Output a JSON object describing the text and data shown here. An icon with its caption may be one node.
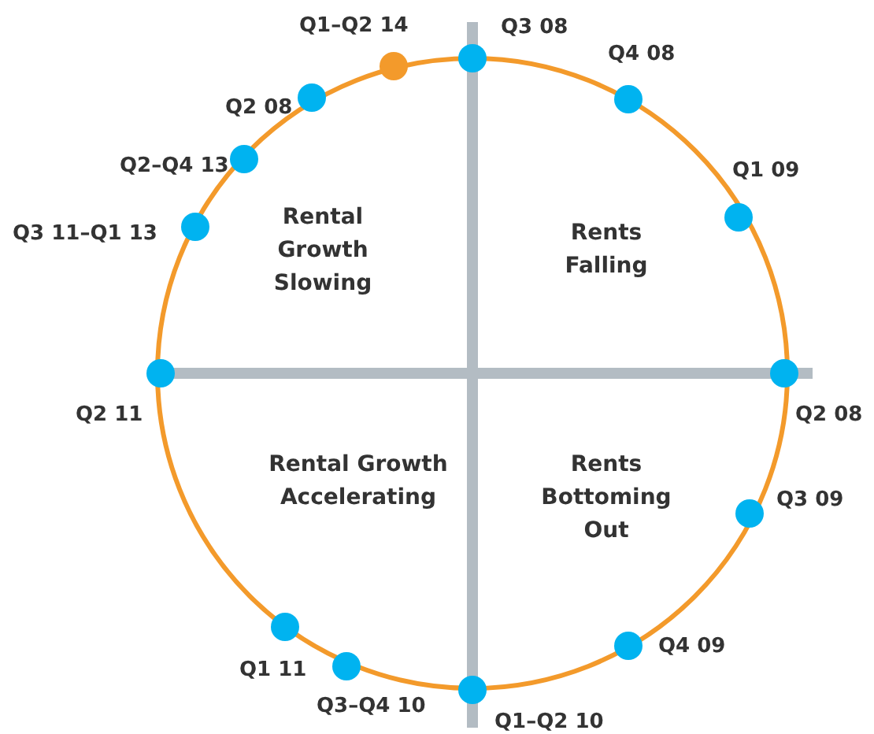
{
  "diagram": {
    "nodes": [
      {
        "text": [],
        "shape": "circle",
        "beside": [
          "Q3 08"
        ]
      },
      {
        "text": [],
        "shape": "circle",
        "beside": [
          "Q4 08"
        ]
      },
      {
        "text": [],
        "shape": "circle",
        "beside": [
          "Q1 09"
        ]
      },
      {
        "text": [],
        "shape": "circle",
        "beside": [
          "Q2 08"
        ]
      },
      {
        "text": [],
        "shape": "circle",
        "beside": [
          "Q3 09"
        ]
      },
      {
        "text": [],
        "shape": "circle",
        "beside": [
          "Q4 09"
        ]
      },
      {
        "text": [],
        "shape": "circle",
        "beside": [
          "Q1–Q2 10"
        ]
      },
      {
        "text": [],
        "shape": "circle",
        "beside": [
          "Q3–Q4 10"
        ]
      },
      {
        "text": [],
        "shape": "circle",
        "beside": [
          "Q1 11"
        ]
      },
      {
        "text": [],
        "shape": "circle",
        "beside": [
          "Q2 11"
        ]
      },
      {
        "text": [],
        "shape": "circle",
        "beside": [
          "Q3 11–Q1 13"
        ]
      },
      {
        "text": [],
        "shape": "circle",
        "beside": [
          "Q2–Q4 13"
        ]
      },
      {
        "text": [],
        "shape": "circle",
        "beside": [
          "Q2 08"
        ]
      },
      {
        "text": [],
        "shape": "circle",
        "beside": [
          "Q1–Q2 14"
        ]
      }
    ],
    "labels": [
      "Rental Growth Slowing",
      "Rents Falling",
      "Rental Growth Accelerating",
      "Rents Bottoming Out"
    ]
  }
}
